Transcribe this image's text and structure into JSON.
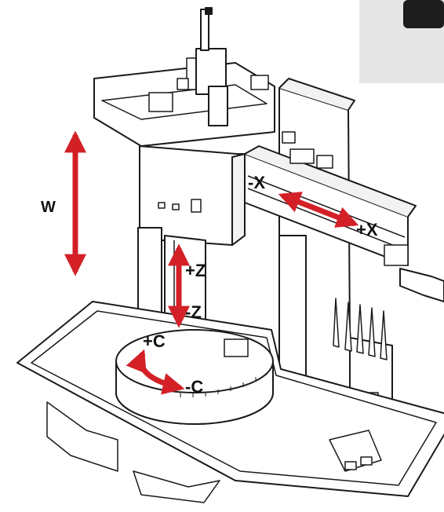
{
  "diagram": {
    "labels": {
      "w": "W",
      "plus_z": "+Z",
      "minus_z": "-Z",
      "plus_c": "+C",
      "minus_c": "-C",
      "minus_x": "-X",
      "plus_x": "+X"
    },
    "colors": {
      "arrow": "#d32027",
      "line": "#1a1a1a",
      "panel_gray": "#e6e6e6",
      "panel_dark": "#1c1c1c"
    }
  }
}
